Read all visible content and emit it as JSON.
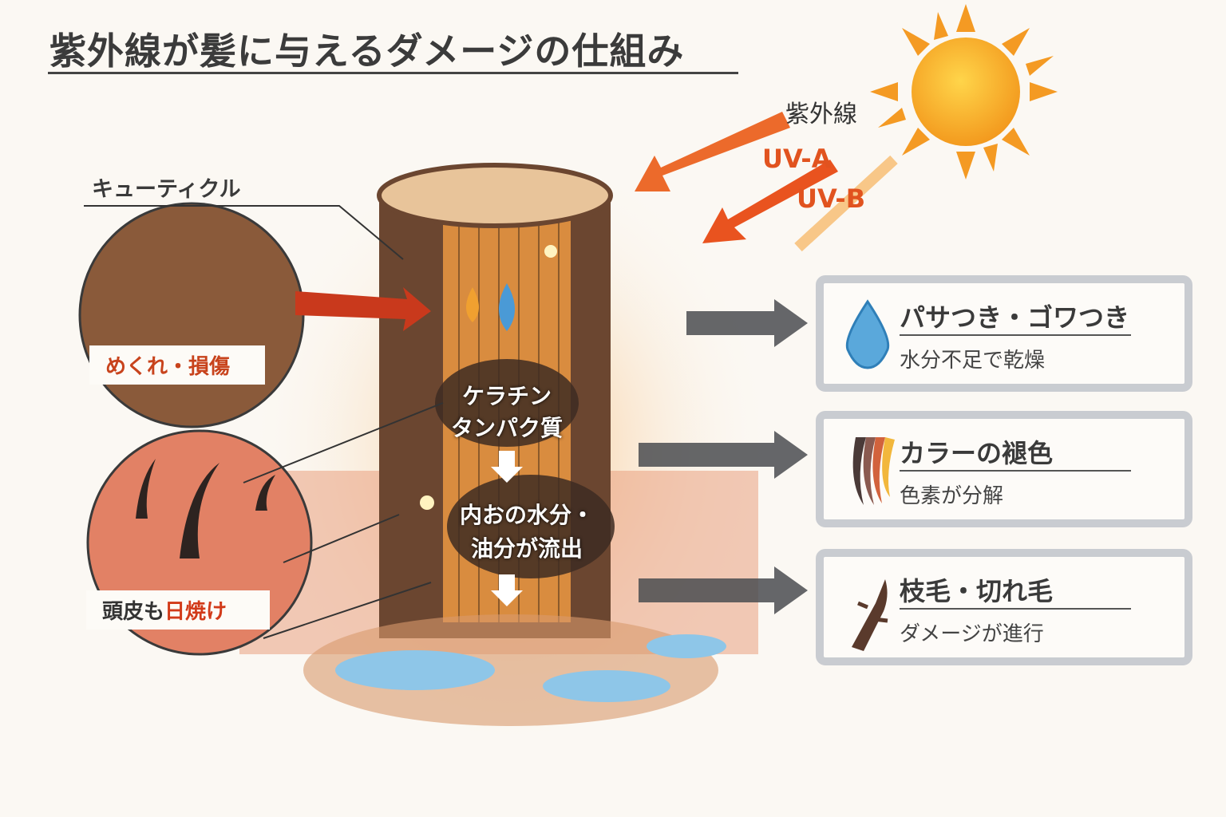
{
  "title": "紫外線が髪に与えるダメージの仕組み",
  "sun": {
    "label": "紫外線",
    "uva": "UV-A",
    "uvb": "UV-B"
  },
  "left": {
    "cuticle": "キューティクル",
    "tag1": "めくれ・損傷",
    "tag2_a": "頭皮も",
    "tag2_b": "日焼け"
  },
  "core": {
    "keratin_1": "ケラチン",
    "keratin_2": "タンパク質",
    "outflow_1": "内おの水分・",
    "outflow_2": "油分が流出"
  },
  "cards": [
    {
      "title": "パサつき・ゴワつき",
      "sub": "水分不足で乾燥",
      "icon": "water-drop-icon"
    },
    {
      "title": "カラーの褪色",
      "sub": "色素が分解",
      "icon": "hair-color-icon"
    },
    {
      "title": "枝毛・切れ毛",
      "sub": "ダメージが進行",
      "icon": "split-end-icon"
    }
  ],
  "colors": {
    "accent": "#e1531f",
    "sun": "#f6a623",
    "card_border": "#c9ccd1"
  }
}
